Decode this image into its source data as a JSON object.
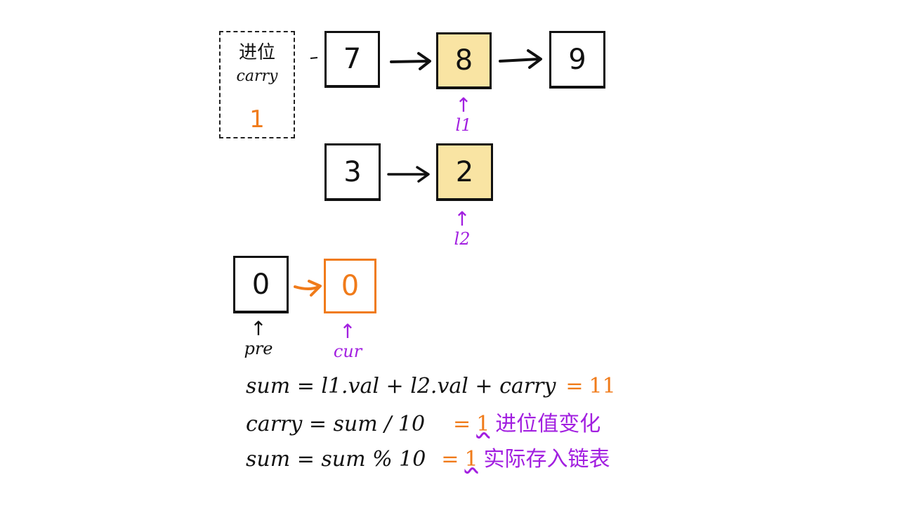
{
  "carry_box": {
    "title": "进位",
    "label": "carry",
    "value": "1"
  },
  "list1": {
    "nodes": [
      {
        "value": "7",
        "highlighted": false
      },
      {
        "value": "8",
        "highlighted": true
      },
      {
        "value": "9",
        "highlighted": false
      }
    ],
    "pointer": {
      "label": "l1",
      "target_index": 1
    }
  },
  "list2": {
    "nodes": [
      {
        "value": "3",
        "highlighted": false
      },
      {
        "value": "2",
        "highlighted": true
      }
    ],
    "pointer": {
      "label": "l2",
      "target_index": 1
    }
  },
  "result_list": {
    "nodes": [
      {
        "value": "0",
        "color": "black"
      },
      {
        "value": "0",
        "color": "orange"
      }
    ],
    "pointers": [
      {
        "label": "pre",
        "target_index": 0,
        "color": "black"
      },
      {
        "label": "cur",
        "target_index": 1,
        "color": "purple"
      }
    ]
  },
  "formulas": [
    {
      "expr": "sum = l1.val + l2.val + carry",
      "equals": "=",
      "result": "11",
      "note": ""
    },
    {
      "expr": "carry = sum / 10",
      "equals": "=",
      "result": "1",
      "note": "进位值变化"
    },
    {
      "expr": "sum = sum % 10",
      "equals": "=",
      "result": "1",
      "note": "实际存入链表"
    }
  ],
  "colors": {
    "highlight": "#f9e4a3",
    "orange": "#f07b1a",
    "purple": "#a21fe0",
    "ink": "#111111"
  },
  "icons": {
    "next_arrow": "arrow-right",
    "pointer_arrow": "arrow-up"
  }
}
